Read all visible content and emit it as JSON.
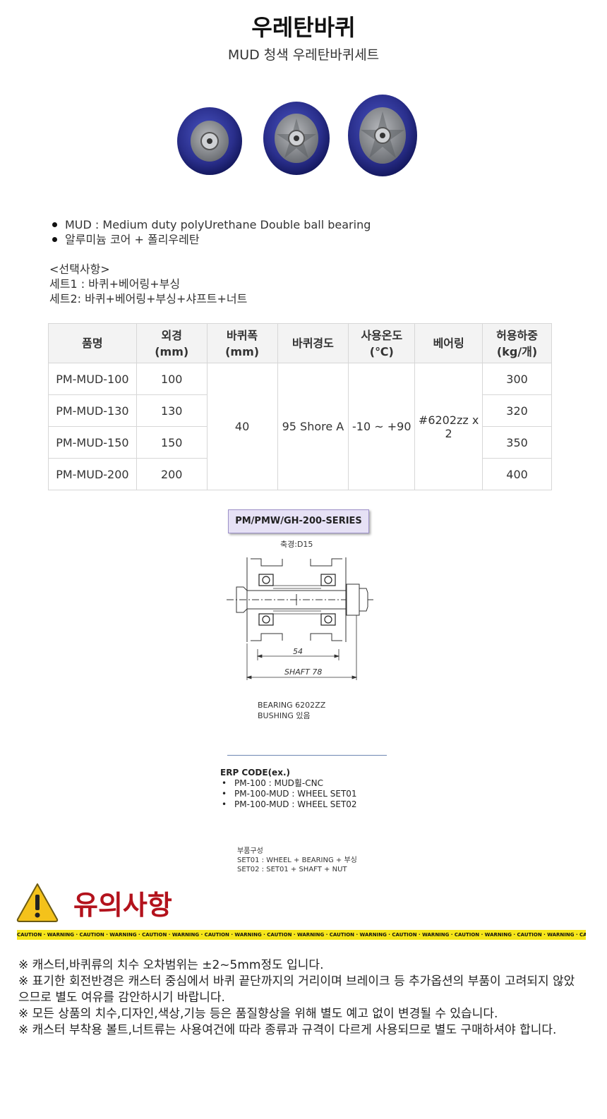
{
  "header": {
    "title": "우레탄바퀴",
    "subtitle": "MUD 청색 우레탄바퀴세트"
  },
  "features": [
    "MUD : Medium duty polyUrethane Double ball bearing",
    "알루미늄 코어 + 폴리우레탄"
  ],
  "options": {
    "heading": "<선택사항>",
    "set1": "세트1 : 바퀴+베어링+부싱",
    "set2": "세트2:  바퀴+베어링+부싱+샤프트+너트"
  },
  "spec_table": {
    "headers": [
      "품명",
      "외경\n(mm)",
      "바퀴폭\n(mm)",
      "바퀴경도",
      "사용온도\n(℃)",
      "베어링",
      "허용하중\n(kg/개)"
    ],
    "width": "40",
    "hardness": "95 Shore A",
    "temperature": "-10 ~ +90",
    "bearing": "#6202zz x 2",
    "rows": [
      {
        "name": "PM-MUD-100",
        "diameter": "100",
        "load": "300"
      },
      {
        "name": "PM-MUD-130",
        "diameter": "130",
        "load": "320"
      },
      {
        "name": "PM-MUD-150",
        "diameter": "150",
        "load": "350"
      },
      {
        "name": "PM-MUD-200",
        "diameter": "200",
        "load": "400"
      }
    ]
  },
  "drawing": {
    "series_label": "PM/PMW/GH-200-SERIES",
    "axle_label": "축경:D15",
    "dim_54": "54",
    "dim_shaft": "SHAFT  78",
    "bearing_line": "BEARING 6202ZZ",
    "bushing_line": "BUSHING 있음"
  },
  "erp": {
    "heading": "ERP CODE(ex.)",
    "items": [
      "PM-100 : MUD휠-CNC",
      "PM-100-MUD : WHEEL SET01",
      "PM-100-MUD : WHEEL SET02"
    ]
  },
  "parts": {
    "heading": "부품구성",
    "set01": "SET01 : WHEEL + BEARING + 부싱",
    "set02": "SET02 : SET01 + SHAFT + NUT"
  },
  "caution": {
    "title": "유의사항",
    "strip_text": "CAUTION · WARNING · CAUTION · WARNING · CAUTION · WARNING · CAUTION · WARNING · CAUTION · WARNING · CAUTION · WARNING · CAUTION · WARNING · CAUTION · WARNING · CAUTION · WARNING · CAUTION · WARNING · CAUTION · WARNING · CAUTION · WARNING · CA",
    "notes": [
      "※ 캐스터,바퀴류의 치수 오차범위는 ±2~5mm정도 입니다.",
      "※ 표기한 회전반경은 캐스터 중심에서 바퀴 끝단까지의 거리이며 브레이크 등 추가옵션의 부품이 고려되지 않았으므로 별도 여유를 감안하시기 바랍니다.",
      "※ 모든 상품의 치수,디자인,색상,기능 등은 품질향상을 위해 별도 예고 없이 변경될 수 있습니다.",
      "※ 캐스터 부착용 볼트,너트류는 사용여건에 따라 종류과 규격이 다르게 사용되므로 별도 구매하셔야 합니다."
    ]
  },
  "colors": {
    "wheel_blue": "#2a2f8c",
    "hub_gray": "#8a8d92",
    "caution_red": "#b3121c",
    "strip_yellow": "#f6e61a"
  }
}
